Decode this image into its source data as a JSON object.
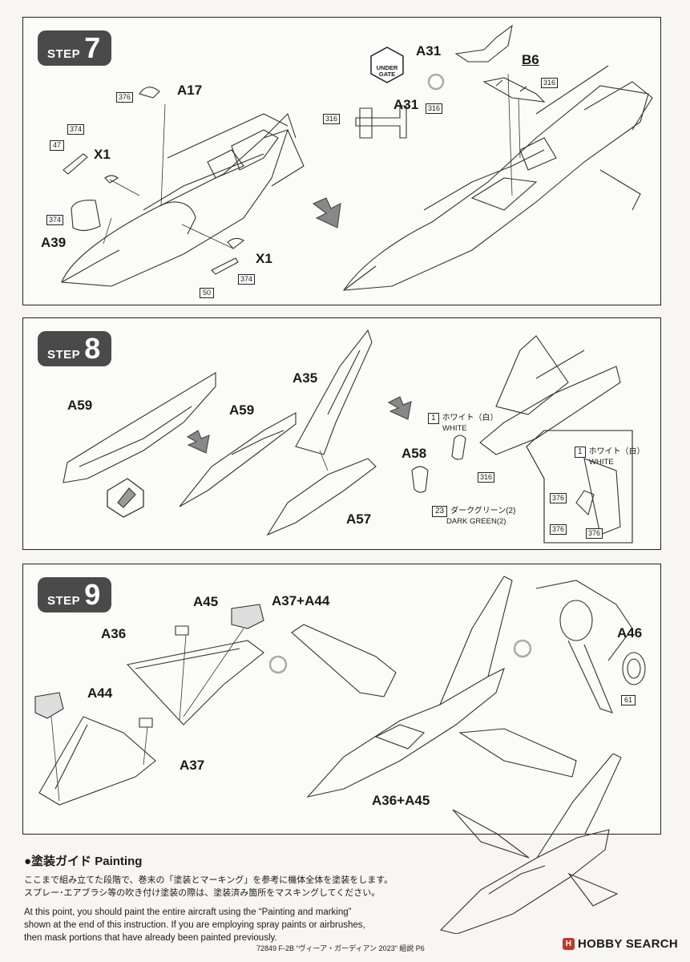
{
  "steps": [
    {
      "word": "STEP",
      "number": "7",
      "labels": {
        "a17": "A17",
        "x1_top": "X1",
        "a39": "A39",
        "x1_bottom": "X1",
        "a31_top": "A31",
        "a31_mid": "A31",
        "b6": "B6"
      },
      "boxes": {
        "b376": "376",
        "b374": "374",
        "b47": "47",
        "b374b": "374",
        "b374c": "374",
        "b50": "50",
        "b316a": "316",
        "b316b": "316",
        "b316c": "316"
      },
      "under_gate": "UNDER GATE"
    },
    {
      "word": "STEP",
      "number": "8",
      "labels": {
        "a59_left": "A59",
        "a59_mid": "A59",
        "a35": "A35",
        "a58": "A58",
        "a57": "A57"
      },
      "boxes": {
        "b316": "316",
        "b376a": "376",
        "b376b": "376",
        "b376c": "376"
      },
      "paints": [
        {
          "num": "1",
          "jp": "ホワイト（白）",
          "en": "WHITE"
        },
        {
          "num": "23",
          "jp": "ダークグリーン(2)",
          "en": "DARK GREEN(2)"
        },
        {
          "num": "1",
          "jp": "ホワイト（白）",
          "en": "WHITE"
        }
      ]
    },
    {
      "word": "STEP",
      "number": "9",
      "labels": {
        "a45": "A45",
        "a37a44": "A37+A44",
        "a36": "A36",
        "a46": "A46",
        "a44": "A44",
        "a37": "A37",
        "a36a45": "A36+A45"
      },
      "boxes": {
        "b61": "61"
      }
    }
  ],
  "painting": {
    "title": "●塗装ガイド Painting",
    "jp_line1": "ここまで組み立てた段階で、巻末の「塗装とマーキング」を参考に機体全体を塗装をします。",
    "jp_line2": "スプレー･エアブラシ等の吹き付け塗装の際は、塗装済み箇所をマスキングしてください。",
    "en_line1": "At this point, you should paint the entire aircraft using the “Painting and marking”",
    "en_line2": "shown at the end of this instruction. If you are employing spray paints or airbrushes,",
    "en_line3": "then mask portions that have already been painted previously."
  },
  "footer": "72849  F-2B  “ヴィーア・ガーディアン 2023” 組説 P6",
  "logo": "HOBBY SEARCH"
}
